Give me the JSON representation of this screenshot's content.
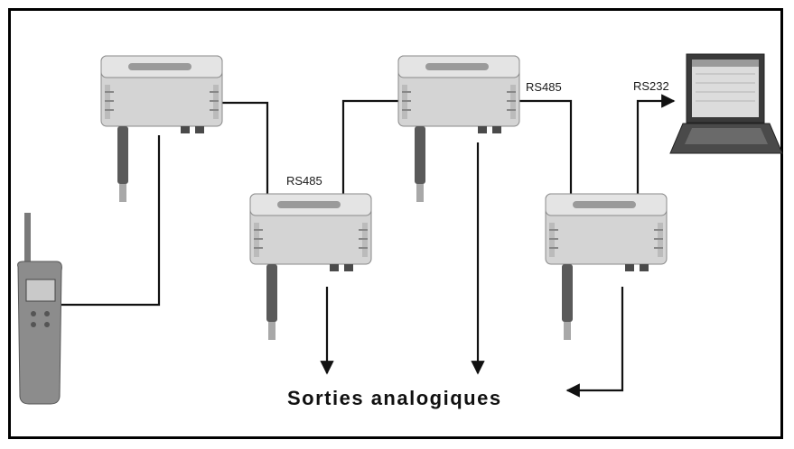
{
  "labels": {
    "rs485_a": "RS485",
    "rs485_b": "RS485",
    "rs232": "RS232",
    "outputs": "Sorties analogiques"
  },
  "colors": {
    "device_body": "#d3d3d3",
    "device_lid": "#e3e3e3",
    "probe": "#5a5a5a",
    "wire": "#111111"
  },
  "icons": {
    "transmitter": "transmitter-icon",
    "handheld": "handheld-meter-icon",
    "laptop": "laptop-icon"
  }
}
